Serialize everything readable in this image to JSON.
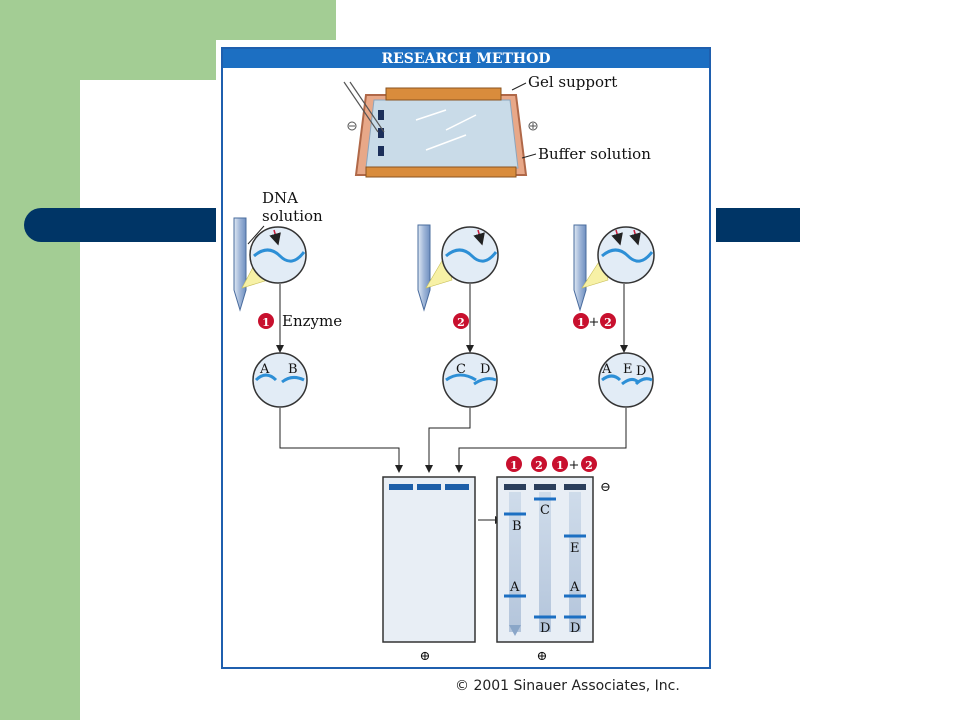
{
  "slide": {
    "accent_green": "#a3cd94",
    "accent_navy": "#003566"
  },
  "figure": {
    "header": "RESEARCH METHOD",
    "gel_support_label": "Gel support",
    "buffer_label": "Buffer solution",
    "dna_label_line1": "DNA",
    "dna_label_line2": "solution",
    "enzyme_label": "Enzyme",
    "step1": "1",
    "step2": "2",
    "plus": "+",
    "minus_sign": "⊖",
    "plus_sign": "⊕",
    "frag_A": "A",
    "frag_B": "B",
    "frag_C": "C",
    "frag_D": "D",
    "frag_E": "E",
    "lane_header_1": "1",
    "lane_header_2": "2",
    "lane_header_3a": "1",
    "lane_header_3b": "2"
  },
  "copyright": "© 2001 Sinauer Associates, Inc."
}
